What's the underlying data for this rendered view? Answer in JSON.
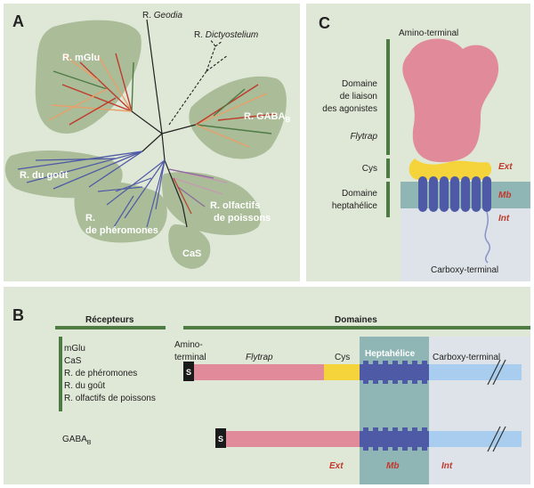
{
  "panel_a": {
    "letter": "A",
    "geodia_prefix": "R.",
    "geodia_name": "Geodia",
    "dicty_prefix": "R.",
    "dicty_name": "Dictyostelium",
    "mglu": "R. mGlu",
    "gaba": "R. GABA",
    "gaba_sub": "B",
    "gout": "R. du goût",
    "pheromones_1": "R.",
    "pheromones_2": "de phéromones",
    "olfactifs_1": "R. olfactifs",
    "olfactifs_2": "de poissons",
    "cas": "CaS"
  },
  "panel_b": {
    "letter": "B",
    "recepteurs_header": "Récepteurs",
    "domaines_header": "Domaines",
    "receptor_list": [
      "mGlu",
      "CaS",
      "R. de phéromones",
      "R. du goût",
      "R. olfactifs de poissons"
    ],
    "amino_1": "Amino-",
    "amino_2": "terminal",
    "flytrap": "Flytrap",
    "cys": "Cys",
    "heptahelice": "Heptahélice",
    "carboxy": "Carboxy-terminal",
    "gaba": "GABA",
    "gaba_sub": "B",
    "signal": "S",
    "ext": "Ext",
    "mb": "Mb",
    "int": "Int"
  },
  "panel_c": {
    "letter": "C",
    "amino_terminal": "Amino-terminal",
    "domaine_liaison": [
      "Domaine",
      "de liaison",
      "des agonistes"
    ],
    "flytrap": "Flytrap",
    "cys": "Cys",
    "domaine_hepta": [
      "Domaine",
      "heptahélice"
    ],
    "ext": "Ext",
    "mb": "Mb",
    "int": "Int",
    "carboxy_terminal": "Carboxy-terminal"
  },
  "colors": {
    "panel_bg": "#dfe7d6",
    "blob_green": "#aabc98",
    "rule_green": "#4e7a44",
    "flytrap_pink": "#e08a9a",
    "cys_yellow": "#f5d33b",
    "helix_blue": "#4f5aa6",
    "membrane_teal": "#8fb5b5",
    "int_gray": "#dde3e8",
    "carboxy_blue": "#a8cdee",
    "ext_red": "#c0392b"
  }
}
